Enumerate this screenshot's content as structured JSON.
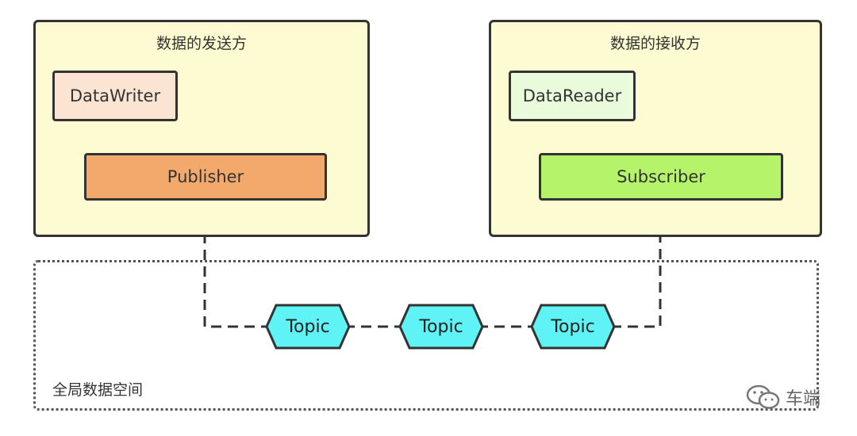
{
  "sender": {
    "title": "数据的发送方",
    "writer": "DataWriter",
    "publisher": "Publisher"
  },
  "receiver": {
    "title": "数据的接收方",
    "reader": "DataReader",
    "subscriber": "Subscriber"
  },
  "global_space": {
    "label": "全局数据空间"
  },
  "topics": [
    "Topic",
    "Topic",
    "Topic"
  ],
  "watermark": {
    "text": "车端",
    "icon": "wechat-icon"
  },
  "colors": {
    "group_bg": "#fdfbd2",
    "writer": "#fce4d2",
    "publisher": "#f3a96b",
    "reader": "#eafbdc",
    "subscriber": "#b5f36b",
    "topic": "#5ff3f6"
  }
}
